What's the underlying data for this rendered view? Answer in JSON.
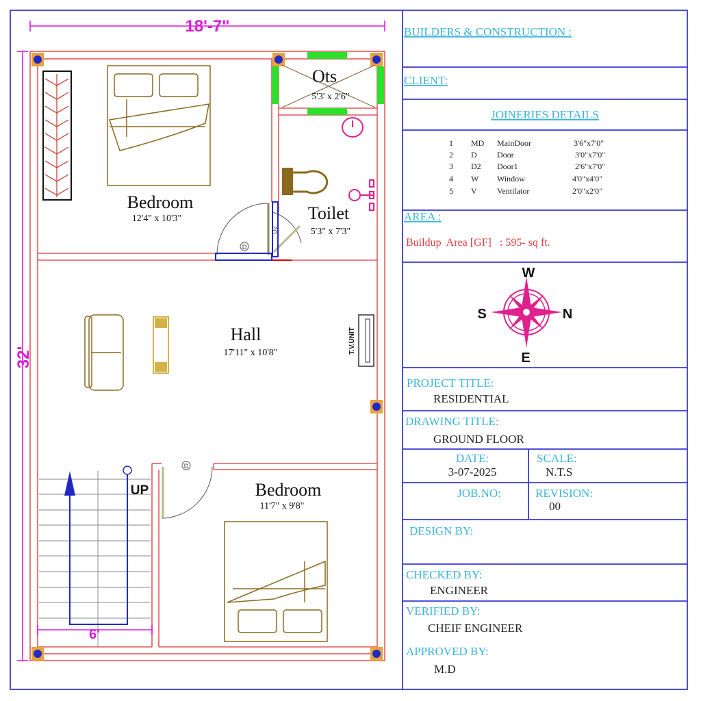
{
  "plan": {
    "dimensions": {
      "width": "18'-7\"",
      "length": "32'",
      "stair_width": "6'"
    },
    "rooms": [
      {
        "name": "Bedroom",
        "size": "12'4\" x 10'3\""
      },
      {
        "name": "Ots",
        "size": "5'3' x 2'6\""
      },
      {
        "name": "Toilet",
        "size": "5'3\" x 7'3\""
      },
      {
        "name": "Hall",
        "size": "17'11\" x 10'8\""
      },
      {
        "name": "Bedroom",
        "size": "11'7\" x 9'8\""
      }
    ],
    "labels": {
      "tv_unit": "T.V.UNIT",
      "up": "UP",
      "door_d": "D",
      "door_d2": "D2"
    }
  },
  "title_block": {
    "builders_label": "BUILDERS & CONSTRUCTION :",
    "client_label": "CLIENT:",
    "joineries_title": "JOINERIES DETAILS",
    "joineries": [
      {
        "no": "1",
        "code": "MD",
        "name": "MainDoor",
        "size": "3'6\"x7'0\""
      },
      {
        "no": "2",
        "code": "D",
        "name": "Door",
        "size": "3'0\"x7'0\""
      },
      {
        "no": "3",
        "code": "D2",
        "name": "Door1",
        "size": "2'6\"x7'0\""
      },
      {
        "no": "4",
        "code": "W",
        "name": "Window",
        "size": "4'0\"x4'0\""
      },
      {
        "no": "5",
        "code": "V",
        "name": "Ventilator",
        "size": "2'0\"x2'0\""
      }
    ],
    "area_label": "AREA :",
    "area_value": "Buildup  Area [GF]   : 595- sq ft.",
    "compass": {
      "north": "N",
      "south": "S",
      "east": "E",
      "west": "W"
    },
    "project_title_label": "PROJECT TITLE:",
    "project_title": "RESIDENTIAL",
    "drawing_title_label": "DRAWING TITLE:",
    "drawing_title": "GROUND FLOOR",
    "date_label": "DATE:",
    "date": "3-07-2025",
    "scale_label": "SCALE:",
    "scale": "N.T.S",
    "job_no_label": "JOB.NO:",
    "revision_label": "REVISION:",
    "revision": "00",
    "design_by_label": "DESIGN BY:",
    "checked_by_label": "CHECKED BY:",
    "checked_by": "ENGINEER",
    "verified_by_label": "VERIFIED BY:",
    "verified_by": "CHEIF ENGINEER",
    "approved_by_label": "APPROVED BY:",
    "approved_by": "M.D"
  },
  "colors": {
    "border": "#3a3ad0",
    "wall": "#e4585c",
    "dimension": "#d81fd8",
    "label": "#3cb4d8",
    "area": "#e23a3a",
    "compass": "#e0208c"
  }
}
